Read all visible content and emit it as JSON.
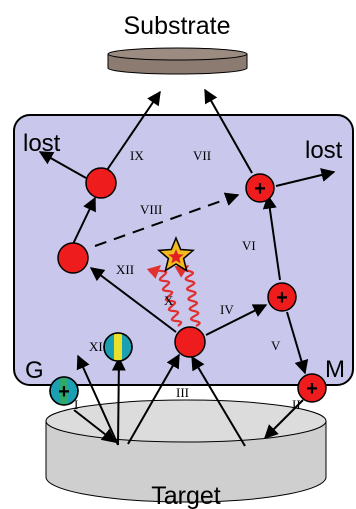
{
  "title": "Substrate",
  "bottom_label": "Target",
  "lost_left": "lost",
  "lost_right": "lost",
  "species": {
    "G": "G",
    "M": "M"
  },
  "steps": {
    "I": "I",
    "II": "II",
    "III": "III",
    "IV": "IV",
    "V": "V",
    "VI": "VI",
    "VII": "VII",
    "VIII": "VIII",
    "IX": "IX",
    "X": "X",
    "XI": "XI",
    "XII": "XII"
  },
  "ion_glyph": "+",
  "colors": {
    "panel": "#c9c8ec",
    "particle_red": "#ee1c1c",
    "particle_teal": "#1a9fb3",
    "particle_yellow": "#e8e02a",
    "particle_green": "#2fa86a",
    "disk": "#cfcfcf",
    "substrate": "#8c7b70",
    "wave": "#e03030",
    "star_fill": "#f2bc1e"
  }
}
